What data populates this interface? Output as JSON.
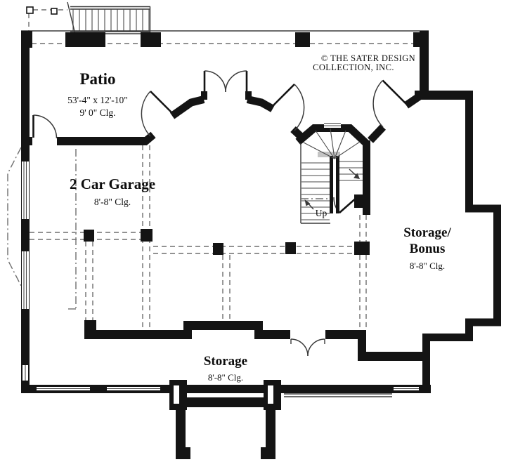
{
  "branding": {
    "copyright_line1": "© THE SATER DESIGN",
    "copyright_line2": "COLLECTION, INC."
  },
  "rooms": {
    "patio": {
      "name": "Patio",
      "dimensions": "53'-4\" x 12'-10\"",
      "ceiling": "9' 0\" Clg."
    },
    "garage": {
      "name": "2 Car Garage",
      "ceiling": "8'-8\" Clg."
    },
    "storage_bonus": {
      "name_line1": "Storage/",
      "name_line2": "Bonus",
      "ceiling": "8'-8\" Clg."
    },
    "storage": {
      "name": "Storage",
      "ceiling": "8'-8\" Clg."
    }
  },
  "stairs": {
    "direction_label": "Up"
  },
  "colors": {
    "walls": "#141414",
    "thin_lines": "#3a3a3a",
    "dashed_lines": "#6e6e6e",
    "background": "#ffffff"
  }
}
